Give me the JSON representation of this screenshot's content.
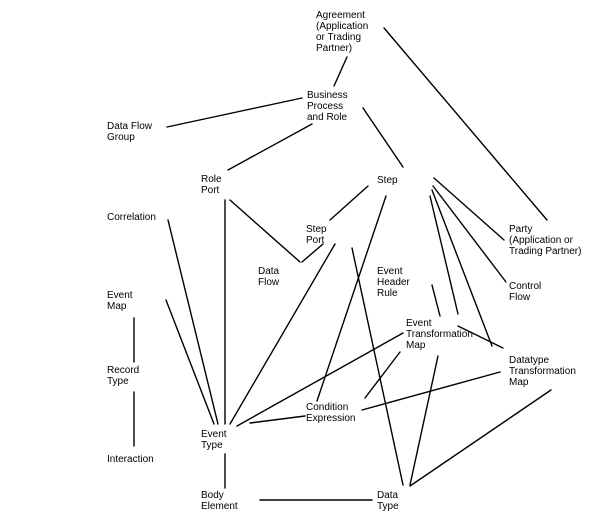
{
  "nodes": [
    {
      "id": "agreement",
      "lines": [
        "Agreement",
        "(Application",
        "or Trading",
        "Partner)"
      ]
    },
    {
      "id": "business-process",
      "lines": [
        "Business",
        "Process",
        "and Role"
      ]
    },
    {
      "id": "data-flow-group",
      "lines": [
        "Data Flow",
        "Group"
      ]
    },
    {
      "id": "role-port",
      "lines": [
        "Role",
        "Port"
      ]
    },
    {
      "id": "step",
      "lines": [
        "Step"
      ]
    },
    {
      "id": "correlation",
      "lines": [
        "Correlation"
      ]
    },
    {
      "id": "step-port",
      "lines": [
        "Step",
        "Port"
      ]
    },
    {
      "id": "party",
      "lines": [
        "Party",
        "(Application or",
        "Trading Partner)"
      ]
    },
    {
      "id": "data-flow",
      "lines": [
        "Data",
        "Flow"
      ]
    },
    {
      "id": "event-header-rule",
      "lines": [
        "Event",
        "Header",
        "Rule"
      ]
    },
    {
      "id": "control-flow",
      "lines": [
        "Control",
        "Flow"
      ]
    },
    {
      "id": "event-map",
      "lines": [
        "Event",
        "Map"
      ]
    },
    {
      "id": "event-transformation-map",
      "lines": [
        "Event",
        "Transformation",
        "Map"
      ]
    },
    {
      "id": "datatype-transformation-map",
      "lines": [
        "Datatype",
        "Transformation",
        "Map"
      ]
    },
    {
      "id": "record-type",
      "lines": [
        "Record",
        "Type"
      ]
    },
    {
      "id": "condition-expression",
      "lines": [
        "Condition",
        "Expression"
      ]
    },
    {
      "id": "event-type",
      "lines": [
        "Event",
        "Type"
      ]
    },
    {
      "id": "interaction",
      "lines": [
        "Interaction"
      ]
    },
    {
      "id": "body-element",
      "lines": [
        "Body",
        "Element"
      ]
    },
    {
      "id": "data-type",
      "lines": [
        "Data",
        "Type"
      ]
    }
  ]
}
